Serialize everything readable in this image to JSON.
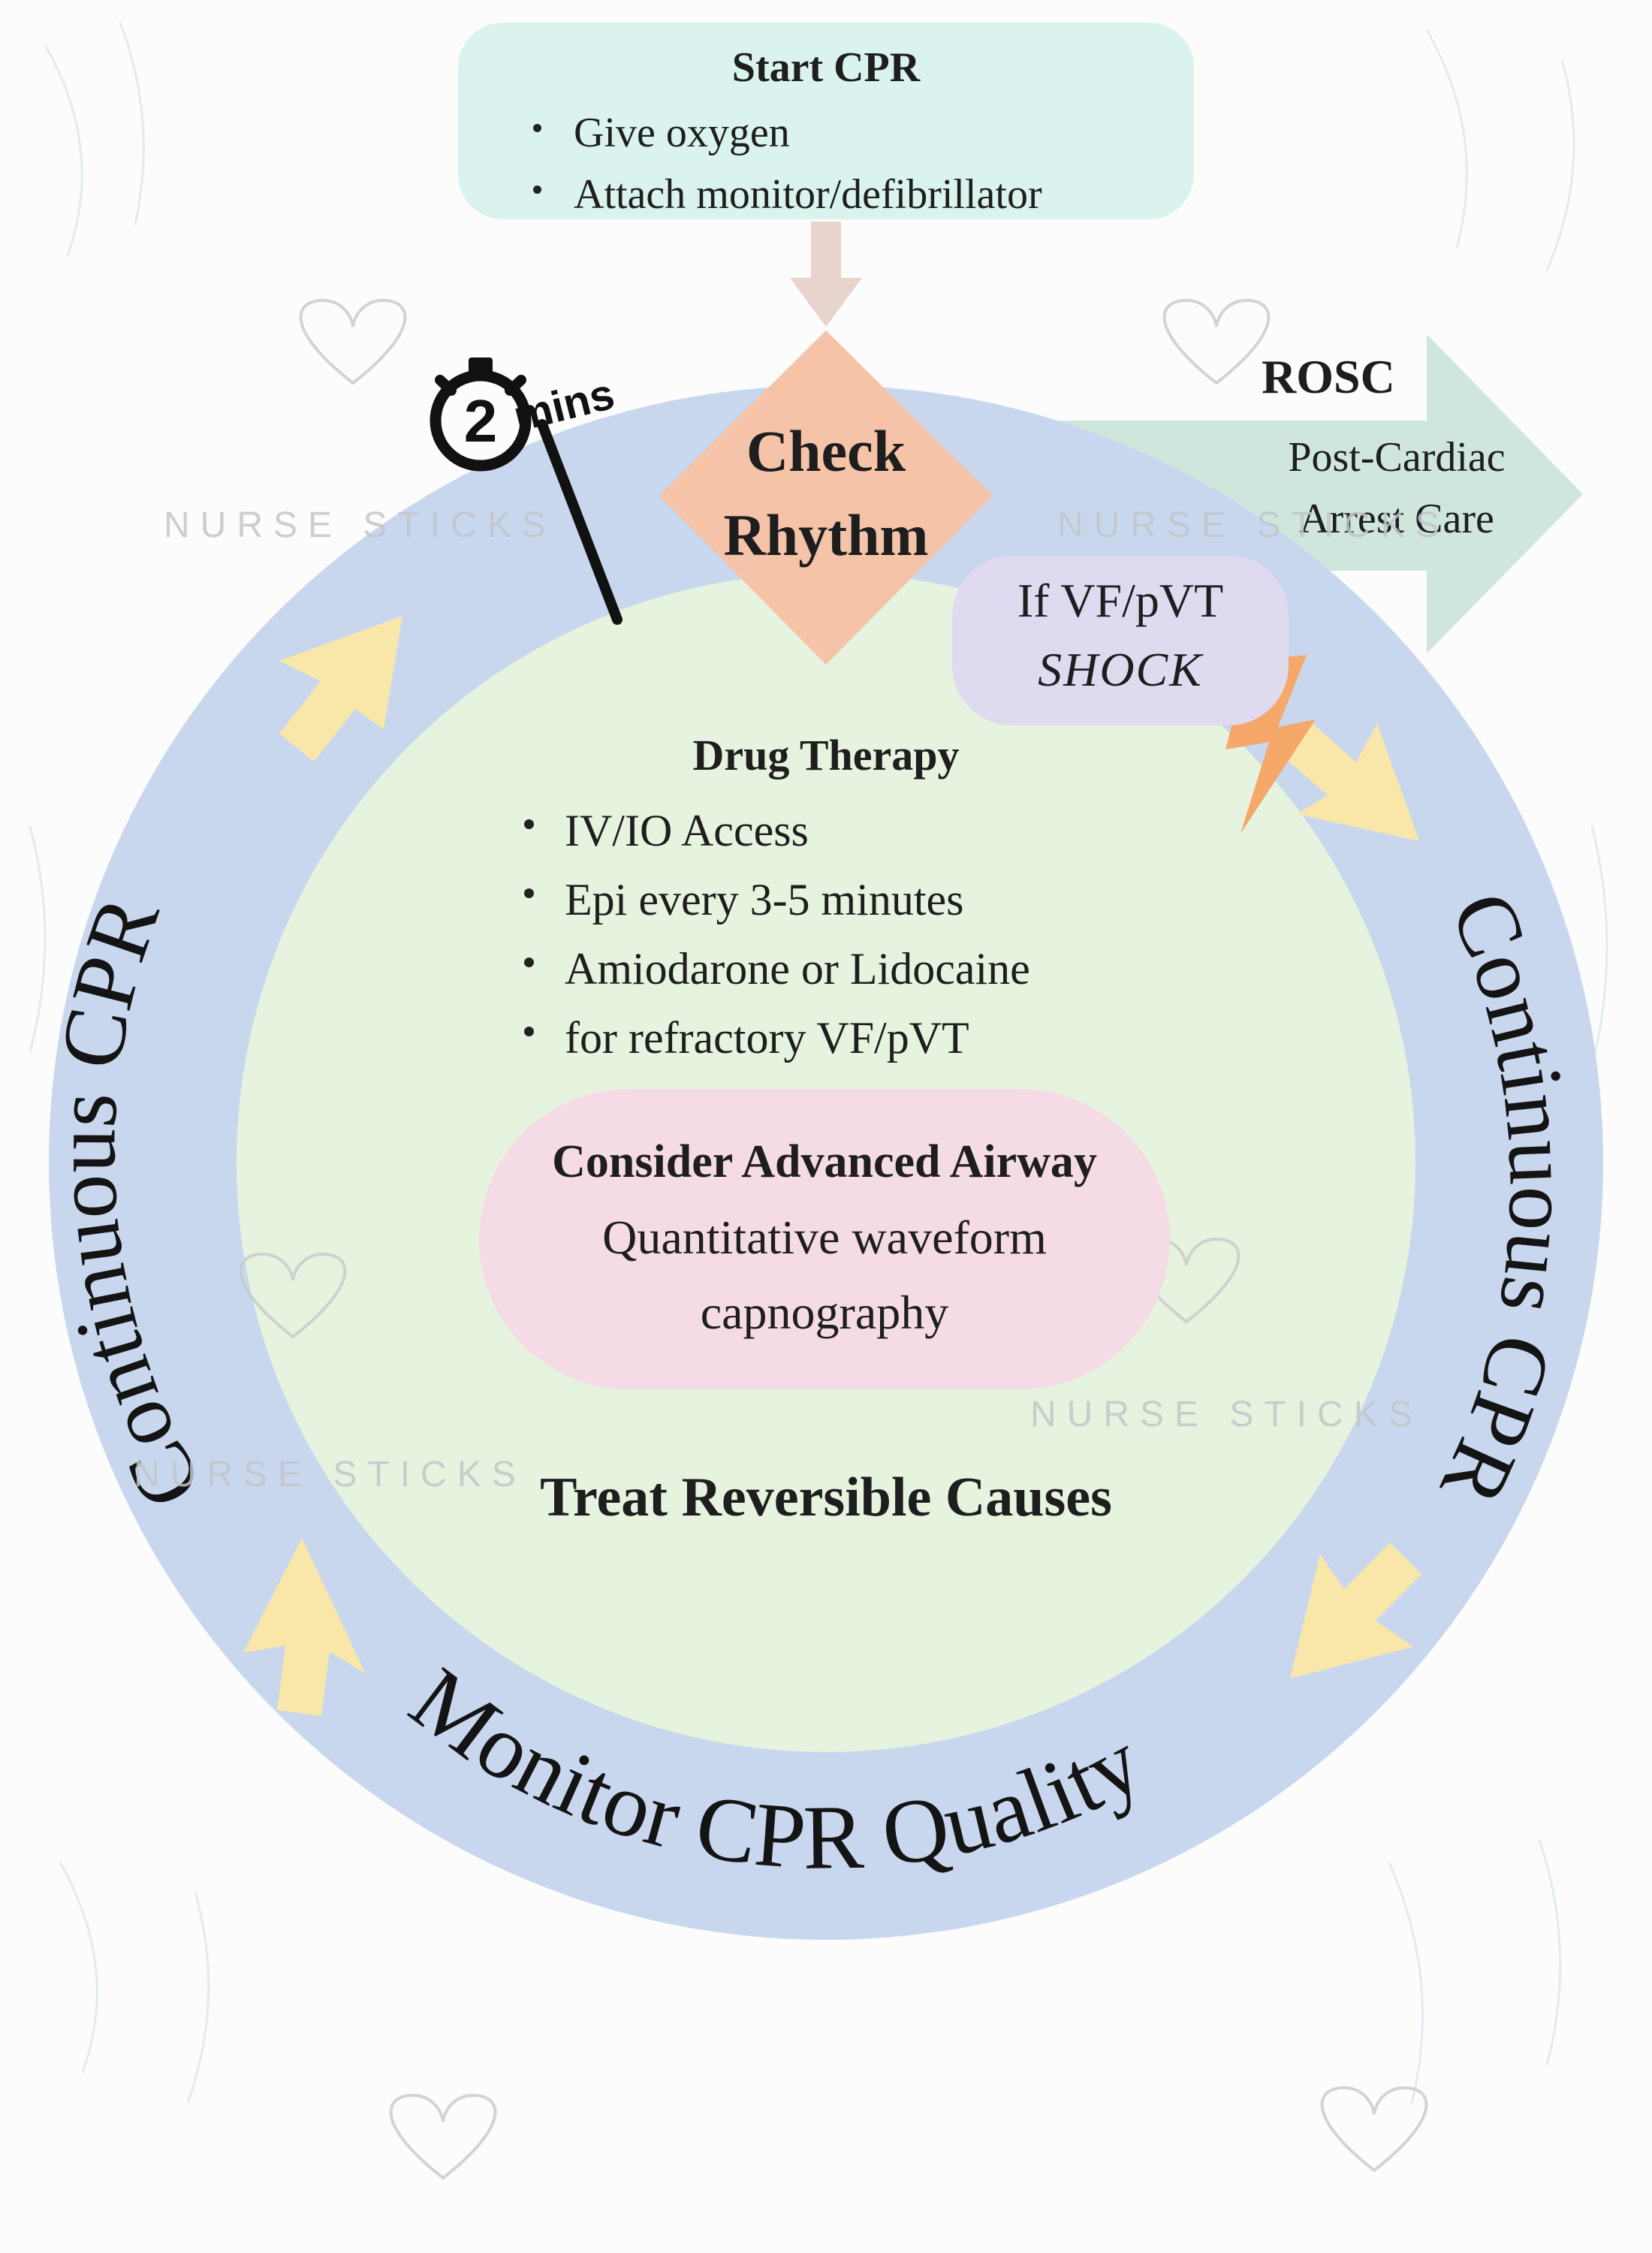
{
  "start": {
    "title": "Start CPR",
    "items": [
      "Give oxygen",
      "Attach monitor/defibrillator"
    ]
  },
  "check": {
    "line1": "Check",
    "line2": "Rhythm"
  },
  "timer": {
    "number": "2",
    "label": "mins"
  },
  "rosc": {
    "title": "ROSC",
    "line1": "Post-Cardiac",
    "line2": "Arrest Care"
  },
  "shock": {
    "line1": "If VF/pVT",
    "line2": "SHOCK"
  },
  "drug": {
    "title": "Drug Therapy",
    "items": [
      "IV/IO Access",
      "Epi every 3-5 minutes",
      "Amiodarone or Lidocaine",
      "for refractory VF/pVT"
    ]
  },
  "airway": {
    "title": "Consider Advanced Airway",
    "line1": "Quantitative waveform",
    "line2": "capnography"
  },
  "treat": "Treat Reversible Causes",
  "ring": {
    "left": "Continuous CPR",
    "right": "Continuous CPR",
    "bottom": "Monitor CPR Quality"
  },
  "watermark": "NURSE STICKS",
  "colors": {
    "ring": "#c9d7ee",
    "inner": "#e6f3de",
    "start_box": "#daf3ef",
    "diamond": "#f5c3a8",
    "rosc_arrow": "#cfe6dd",
    "shock_box": "#e0daf1",
    "airway_box": "#f5dbe6",
    "yellow_arrow": "#f8e7a8",
    "lightning": "#f5a86a"
  }
}
